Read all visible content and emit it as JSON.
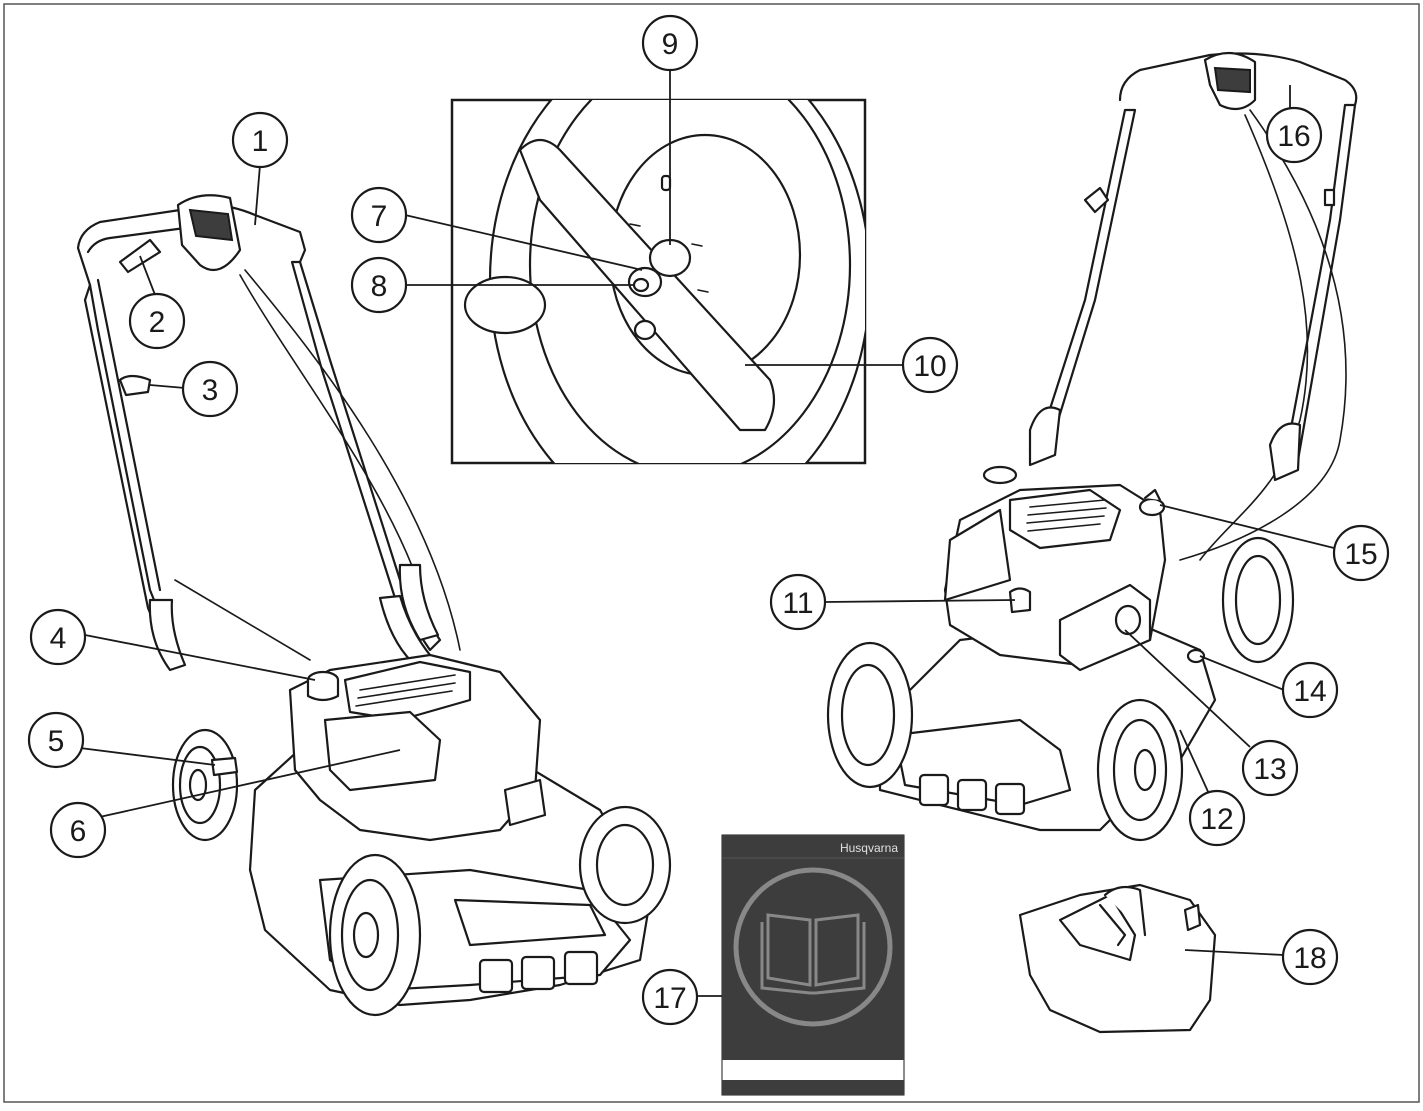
{
  "callouts": [
    {
      "num": "1"
    },
    {
      "num": "2"
    },
    {
      "num": "3"
    },
    {
      "num": "4"
    },
    {
      "num": "5"
    },
    {
      "num": "6"
    },
    {
      "num": "7"
    },
    {
      "num": "8"
    },
    {
      "num": "9"
    },
    {
      "num": "10"
    },
    {
      "num": "11"
    },
    {
      "num": "12"
    },
    {
      "num": "13"
    },
    {
      "num": "14"
    },
    {
      "num": "15"
    },
    {
      "num": "16"
    },
    {
      "num": "17"
    },
    {
      "num": "18"
    }
  ],
  "manual": {
    "brand": "Husqvarna",
    "cover_color": "#3d3d3d",
    "icon": "open-book-icon"
  },
  "colors": {
    "line": "#1a1a1a",
    "frame": "#555555",
    "paper": "#ffffff"
  }
}
